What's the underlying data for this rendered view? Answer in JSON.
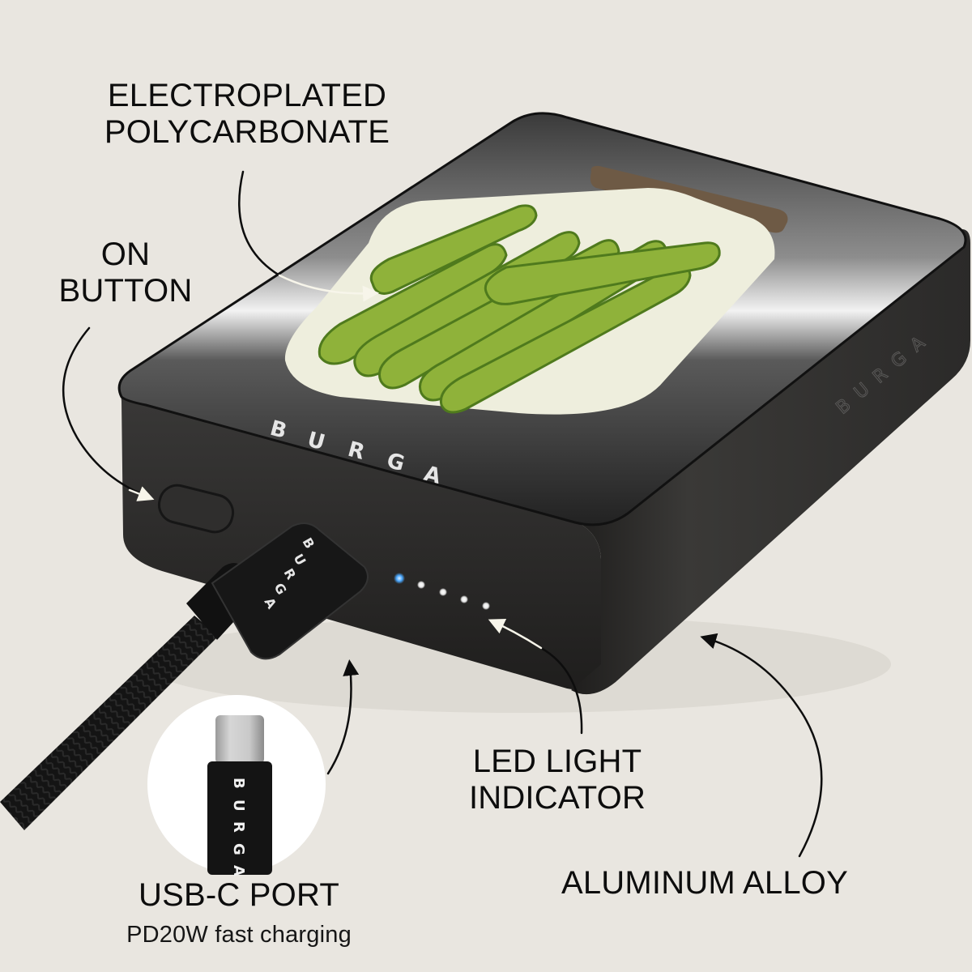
{
  "brand": {
    "name": "BURGA",
    "letters": [
      "B",
      "U",
      "R",
      "G",
      "A"
    ]
  },
  "callouts": {
    "top_cover": {
      "line1": "ELECTROPLATED",
      "line2": "POLYCARBONATE"
    },
    "button": {
      "line1": "ON",
      "line2": "BUTTON"
    },
    "led": {
      "line1": "LED LIGHT",
      "line2": "INDICATOR"
    },
    "body": {
      "line1": "ALUMINUM ALLOY"
    },
    "port": {
      "title": "USB-C PORT",
      "subtitle": "PD20W fast charging"
    }
  },
  "led_indicator": {
    "count": 5,
    "colors": [
      "#4aa8ff",
      "#ffffff",
      "#ffffff",
      "#ffffff",
      "#ffffff"
    ]
  },
  "colors": {
    "background": "#e9e6e0",
    "device_body": "#2c2b2a",
    "device_top": "#2a2a2a",
    "pickle_green": "#8fb23a",
    "jar": "#eeeedd",
    "lid": "#6e5a45",
    "text": "#0d0d0d"
  }
}
